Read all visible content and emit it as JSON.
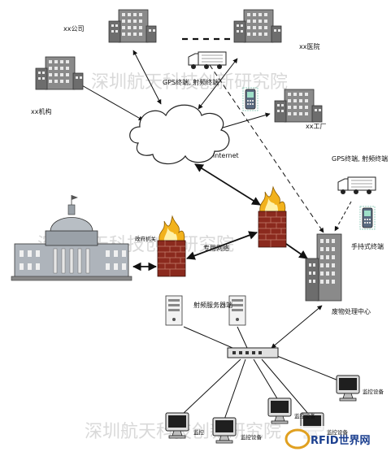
{
  "labels": {
    "company": "xx公司",
    "hospital": "xx医院",
    "agency": "xx机构",
    "factory": "xx工厂",
    "gps_top": "GPS终端, 射频终端",
    "internet": "internet",
    "gps_right": "GPS终端, 射频终端",
    "handheld": "手持式终端",
    "dedicated_network": "专用网络",
    "gov_firewall": "政府机关",
    "rf_server": "射频服务器端",
    "waste_center": "废物处理中心",
    "monitor1": "监控",
    "monitor2": "监控设备",
    "monitor3": "监控设备",
    "monitor4": "监控设备",
    "monitor5": "监控设备"
  },
  "watermark": {
    "line1": "深圳航天科技创新研究院",
    "line2": "深圳航天科技创新研究院",
    "line3": "深圳航天科技创新研究院"
  },
  "logo": {
    "text": "RFID世界网"
  },
  "colors": {
    "line": "#111111",
    "building": "#7d7d7d",
    "firewall_brick": "#8b2a1e",
    "flame": "#f2b21c",
    "cloud": "#ffffff"
  }
}
